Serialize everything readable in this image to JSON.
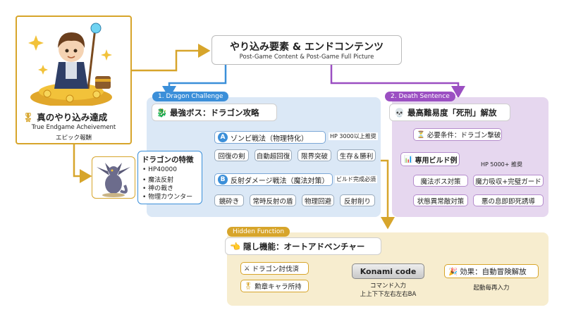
{
  "header": {
    "title": "やり込み要素 & エンドコンテンツ",
    "subtitle": "Post-Game Content & Post-Game Full Picture"
  },
  "hero": {
    "title": "真のやり込み達成",
    "subtitle_en": "True Endgame Acheivement",
    "subtitle_jp": "エピック報酬"
  },
  "dragon_panel": {
    "tag": "1. Dragon Challenge",
    "heading": "最強ボス：ドラゴン攻略",
    "traits": {
      "title": "ドラゴンの特徴",
      "items": [
        "• HP40000",
        "• 魔法反射",
        "• 神の裁き",
        "• 物理カウンター"
      ]
    },
    "strategy_a": {
      "badge": "A",
      "title": "ゾンビ戦法（物理特化）",
      "note": "HP 3000以上推奨",
      "steps": [
        "回復の剣",
        "自動超回復",
        "限界突破",
        "生存＆勝利"
      ]
    },
    "strategy_b": {
      "badge": "B",
      "title": "反射ダメージ戦法（魔法対策）",
      "note": "ビルド完成必須",
      "steps": [
        "鏡砕き",
        "常時反射の盾",
        "物理回避",
        "反射削り"
      ]
    }
  },
  "death_panel": {
    "tag": "2. Death Sentence",
    "heading": "最高難易度「死刑」解放",
    "requirement": "必要条件：ドラゴン撃破",
    "build_title": "専用ビルド例",
    "hp_note": "HP 5000+ 推奨",
    "rows": [
      [
        "魔法ボス対策",
        "魔力吸収+完璧ガード"
      ],
      [
        "状態異常敵対策",
        "悪の息即即死誘導"
      ]
    ]
  },
  "hidden_panel": {
    "tag": "Hidden Function",
    "heading": "隠し機能：オートアドベンチャー",
    "conditions": [
      "ドラゴン討伐済",
      "勲章キャラ所持"
    ],
    "code_title": "Konami code",
    "code_caption_1": "コマンド入力",
    "code_caption_2": "上上下下左右左右BA",
    "effect": "効果：自動冒険解放",
    "effect_caption": "起動毎再入力"
  },
  "colors": {
    "blue_panel": "#dbe8f6",
    "blue_accent": "#3b8fd9",
    "purple_panel": "#e6d7ef",
    "purple_accent": "#9b4fc2",
    "gold_panel": "#f7edcf",
    "gold_accent": "#d7a52b"
  },
  "icons": {
    "medal": "medal-icon",
    "dragon_head": "dragon-head-icon",
    "skull": "skull-icon",
    "hourglass": "hourglass-icon",
    "chart": "chart-icon",
    "pointing_hand": "pointing-hand-icon",
    "swords": "crossed-swords-icon",
    "party": "party-popper-icon"
  }
}
